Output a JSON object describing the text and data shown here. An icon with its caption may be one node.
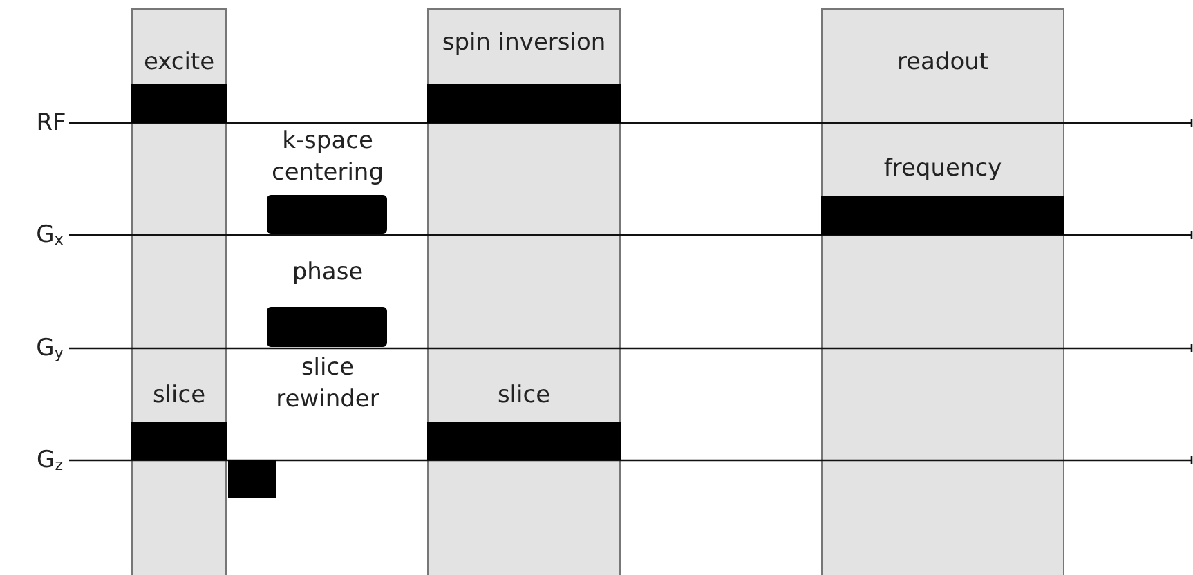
{
  "diagram": {
    "nodes": [
      {
        "text": [
          "excite",
          "slice"
        ]
      },
      {
        "text": [
          "spin inversion",
          "slice"
        ]
      },
      {
        "text": [
          "readout",
          "frequency"
        ]
      }
    ],
    "labels": [
      "RF",
      "k-space centering",
      "G$_{x}$",
      "phase",
      "G$_{y}$",
      "slice rewinder",
      "G$_{z}$"
    ]
  }
}
